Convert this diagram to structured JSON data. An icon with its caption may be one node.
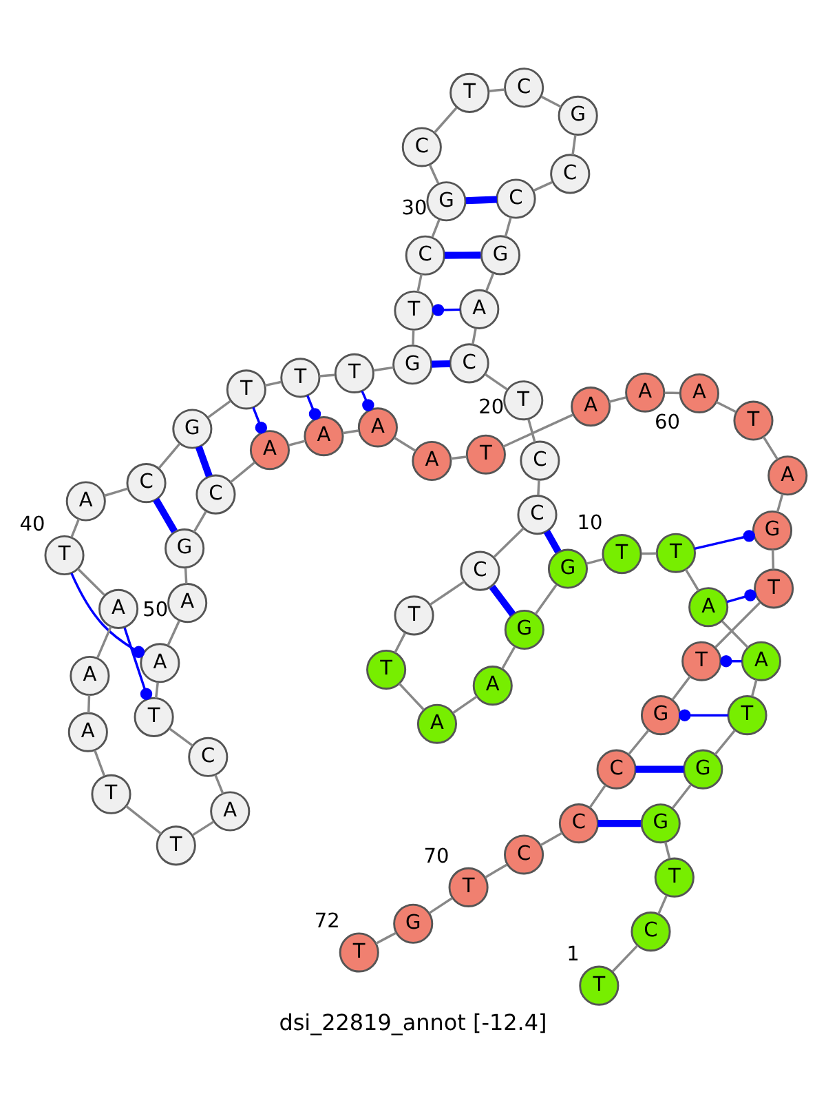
{
  "diagram": {
    "caption": "dsi_22819_annot [-12.4]",
    "nodes": [
      {
        "text": [
          "T"
        ],
        "beside": [
          "1"
        ]
      },
      {
        "text": [
          "C"
        ]
      },
      {
        "text": [
          "T"
        ]
      },
      {
        "text": [
          "G"
        ]
      },
      {
        "text": [
          "G"
        ]
      },
      {
        "text": [
          "T"
        ]
      },
      {
        "text": [
          "A"
        ]
      },
      {
        "text": [
          "A"
        ]
      },
      {
        "text": [
          "T"
        ]
      },
      {
        "text": [
          "T"
        ],
        "beside": [
          "10"
        ]
      },
      {
        "text": [
          "G"
        ]
      },
      {
        "text": [
          "G"
        ]
      },
      {
        "text": [
          "A"
        ]
      },
      {
        "text": [
          "A"
        ]
      },
      {
        "text": [
          "T"
        ]
      },
      {
        "text": [
          "T"
        ]
      },
      {
        "text": [
          "C"
        ]
      },
      {
        "text": [
          "C"
        ]
      },
      {
        "text": [
          "C"
        ]
      },
      {
        "text": [
          "T"
        ],
        "beside": [
          "20"
        ]
      },
      {
        "text": [
          "C"
        ]
      },
      {
        "text": [
          "A"
        ]
      },
      {
        "text": [
          "G"
        ]
      },
      {
        "text": [
          "C"
        ]
      },
      {
        "text": [
          "C"
        ]
      },
      {
        "text": [
          "G"
        ]
      },
      {
        "text": [
          "C"
        ]
      },
      {
        "text": [
          "T"
        ]
      },
      {
        "text": [
          "C"
        ]
      },
      {
        "text": [
          "G"
        ],
        "beside": [
          "30"
        ]
      },
      {
        "text": [
          "C"
        ]
      },
      {
        "text": [
          "T"
        ]
      },
      {
        "text": [
          "G"
        ]
      },
      {
        "text": [
          "T"
        ]
      },
      {
        "text": [
          "T"
        ]
      },
      {
        "text": [
          "T"
        ]
      },
      {
        "text": [
          "G"
        ]
      },
      {
        "text": [
          "C"
        ]
      },
      {
        "text": [
          "A"
        ]
      },
      {
        "text": [
          "T"
        ],
        "beside": [
          "40"
        ]
      },
      {
        "text": [
          "A"
        ]
      },
      {
        "text": [
          "A"
        ]
      },
      {
        "text": [
          "A"
        ]
      },
      {
        "text": [
          "T"
        ]
      },
      {
        "text": [
          "T"
        ]
      },
      {
        "text": [
          "A"
        ]
      },
      {
        "text": [
          "C"
        ]
      },
      {
        "text": [
          "T"
        ]
      },
      {
        "text": [
          "A"
        ]
      },
      {
        "text": [
          "A"
        ],
        "beside": [
          "50"
        ]
      },
      {
        "text": [
          "G"
        ]
      },
      {
        "text": [
          "C"
        ]
      },
      {
        "text": [
          "A"
        ]
      },
      {
        "text": [
          "A"
        ]
      },
      {
        "text": [
          "A"
        ]
      },
      {
        "text": [
          "A"
        ]
      },
      {
        "text": [
          "T"
        ]
      },
      {
        "text": [
          "A"
        ]
      },
      {
        "text": [
          "A"
        ]
      },
      {
        "text": [
          "A"
        ],
        "beside": [
          "60"
        ]
      },
      {
        "text": [
          "T"
        ]
      },
      {
        "text": [
          "A"
        ]
      },
      {
        "text": [
          "G"
        ]
      },
      {
        "text": [
          "T"
        ]
      },
      {
        "text": [
          "T"
        ]
      },
      {
        "text": [
          "G"
        ]
      },
      {
        "text": [
          "C"
        ]
      },
      {
        "text": [
          "C"
        ]
      },
      {
        "text": [
          "C"
        ]
      },
      {
        "text": [
          "T"
        ],
        "beside": [
          "70"
        ]
      },
      {
        "text": [
          "G"
        ]
      },
      {
        "text": [
          "T"
        ],
        "beside": [
          "72"
        ]
      }
    ],
    "edges": [
      {
        "from": 0,
        "to": 1,
        "arrow": "none"
      },
      {
        "from": 1,
        "to": 2,
        "arrow": "none"
      },
      {
        "from": 2,
        "to": 3,
        "arrow": "none"
      },
      {
        "from": 3,
        "to": 4,
        "arrow": "none"
      },
      {
        "from": 4,
        "to": 5,
        "arrow": "none"
      },
      {
        "from": 5,
        "to": 6,
        "arrow": "none"
      },
      {
        "from": 6,
        "to": 7,
        "arrow": "none"
      },
      {
        "from": 7,
        "to": 8,
        "arrow": "none"
      },
      {
        "from": 8,
        "to": 9,
        "arrow": "none"
      },
      {
        "from": 9,
        "to": 10,
        "arrow": "none"
      },
      {
        "from": 10,
        "to": 11,
        "arrow": "none"
      },
      {
        "from": 11,
        "to": 12,
        "arrow": "none"
      },
      {
        "from": 12,
        "to": 13,
        "arrow": "none"
      },
      {
        "from": 13,
        "to": 14,
        "arrow": "none"
      },
      {
        "from": 14,
        "to": 15,
        "arrow": "none"
      },
      {
        "from": 15,
        "to": 16,
        "arrow": "none"
      },
      {
        "from": 16,
        "to": 17,
        "arrow": "none"
      },
      {
        "from": 17,
        "to": 18,
        "arrow": "none"
      },
      {
        "from": 18,
        "to": 19,
        "arrow": "none"
      },
      {
        "from": 19,
        "to": 20,
        "arrow": "none"
      },
      {
        "from": 20,
        "to": 21,
        "arrow": "none"
      },
      {
        "from": 21,
        "to": 22,
        "arrow": "none"
      },
      {
        "from": 22,
        "to": 23,
        "arrow": "none"
      },
      {
        "from": 23,
        "to": 24,
        "arrow": "none"
      },
      {
        "from": 24,
        "to": 25,
        "arrow": "none"
      },
      {
        "from": 25,
        "to": 26,
        "arrow": "none"
      },
      {
        "from": 26,
        "to": 27,
        "arrow": "none"
      },
      {
        "from": 27,
        "to": 28,
        "arrow": "none"
      },
      {
        "from": 28,
        "to": 29,
        "arrow": "none"
      },
      {
        "from": 29,
        "to": 30,
        "arrow": "none"
      },
      {
        "from": 30,
        "to": 31,
        "arrow": "none"
      },
      {
        "from": 31,
        "to": 32,
        "arrow": "none"
      },
      {
        "from": 32,
        "to": 33,
        "arrow": "none"
      },
      {
        "from": 33,
        "to": 34,
        "arrow": "none"
      },
      {
        "from": 34,
        "to": 35,
        "arrow": "none"
      },
      {
        "from": 35,
        "to": 36,
        "arrow": "none"
      },
      {
        "from": 36,
        "to": 37,
        "arrow": "none"
      },
      {
        "from": 37,
        "to": 38,
        "arrow": "none"
      },
      {
        "from": 38,
        "to": 39,
        "arrow": "none"
      },
      {
        "from": 39,
        "to": 40,
        "arrow": "none"
      },
      {
        "from": 40,
        "to": 41,
        "arrow": "none"
      },
      {
        "from": 41,
        "to": 42,
        "arrow": "none"
      },
      {
        "from": 42,
        "to": 43,
        "arrow": "none"
      },
      {
        "from": 43,
        "to": 44,
        "arrow": "none"
      },
      {
        "from": 44,
        "to": 45,
        "arrow": "none"
      },
      {
        "from": 45,
        "to": 46,
        "arrow": "none"
      },
      {
        "from": 46,
        "to": 47,
        "arrow": "none"
      },
      {
        "from": 47,
        "to": 48,
        "arrow": "none"
      },
      {
        "from": 48,
        "to": 49,
        "arrow": "none"
      },
      {
        "from": 49,
        "to": 50,
        "arrow": "none"
      },
      {
        "from": 50,
        "to": 51,
        "arrow": "none"
      },
      {
        "from": 51,
        "to": 52,
        "arrow": "none"
      },
      {
        "from": 52,
        "to": 53,
        "arrow": "none"
      },
      {
        "from": 53,
        "to": 54,
        "arrow": "none"
      },
      {
        "from": 54,
        "to": 55,
        "arrow": "none"
      },
      {
        "from": 55,
        "to": 56,
        "arrow": "none"
      },
      {
        "from": 56,
        "to": 57,
        "arrow": "none"
      },
      {
        "from": 57,
        "to": 58,
        "arrow": "none"
      },
      {
        "from": 58,
        "to": 59,
        "arrow": "none"
      },
      {
        "from": 59,
        "to": 60,
        "arrow": "none"
      },
      {
        "from": 60,
        "to": 61,
        "arrow": "none"
      },
      {
        "from": 61,
        "to": 62,
        "arrow": "none"
      },
      {
        "from": 62,
        "to": 63,
        "arrow": "none"
      },
      {
        "from": 63,
        "to": 64,
        "arrow": "none"
      },
      {
        "from": 64,
        "to": 65,
        "arrow": "none"
      },
      {
        "from": 65,
        "to": 66,
        "arrow": "none"
      },
      {
        "from": 66,
        "to": 67,
        "arrow": "none"
      },
      {
        "from": 67,
        "to": 68,
        "arrow": "none"
      },
      {
        "from": 68,
        "to": 69,
        "arrow": "none"
      },
      {
        "from": 69,
        "to": 70,
        "arrow": "none"
      },
      {
        "from": 70,
        "to": 71,
        "arrow": "none"
      },
      {
        "from": 3,
        "to": 67,
        "arrow": "none",
        "style": "thick",
        "color": "#0000ff"
      },
      {
        "from": 4,
        "to": 66,
        "arrow": "none",
        "style": "thick",
        "color": "#0000ff"
      },
      {
        "from": 5,
        "to": 65,
        "arrow": "other",
        "color": "#0000ff"
      },
      {
        "from": 6,
        "to": 64,
        "arrow": "other",
        "color": "#0000ff"
      },
      {
        "from": 7,
        "to": 63,
        "arrow": "other",
        "color": "#0000ff"
      },
      {
        "from": 8,
        "to": 62,
        "arrow": "other",
        "color": "#0000ff"
      },
      {
        "from": 10,
        "to": 17,
        "arrow": "none",
        "style": "thick",
        "color": "#0000ff"
      },
      {
        "from": 11,
        "to": 16,
        "arrow": "none",
        "style": "thick",
        "color": "#0000ff"
      },
      {
        "from": 20,
        "to": 32,
        "arrow": "none",
        "style": "thick",
        "color": "#0000ff"
      },
      {
        "from": 21,
        "to": 31,
        "arrow": "other",
        "color": "#0000ff"
      },
      {
        "from": 22,
        "to": 30,
        "arrow": "none",
        "style": "thick",
        "color": "#0000ff"
      },
      {
        "from": 23,
        "to": 29,
        "arrow": "none",
        "style": "thick",
        "color": "#0000ff"
      },
      {
        "from": 33,
        "to": 54,
        "arrow": "other",
        "color": "#0000ff"
      },
      {
        "from": 34,
        "to": 53,
        "arrow": "other",
        "color": "#0000ff"
      },
      {
        "from": 35,
        "to": 52,
        "arrow": "other",
        "color": "#0000ff"
      },
      {
        "from": 36,
        "to": 51,
        "arrow": "none",
        "style": "thick",
        "color": "#0000ff"
      },
      {
        "from": 37,
        "to": 50,
        "arrow": "none",
        "style": "thick",
        "color": "#0000ff"
      },
      {
        "from": 39,
        "to": 48,
        "arrow": "other",
        "color": "#0000ff"
      },
      {
        "from": 40,
        "to": 47,
        "arrow": "other",
        "color": "#0000ff"
      }
    ]
  }
}
